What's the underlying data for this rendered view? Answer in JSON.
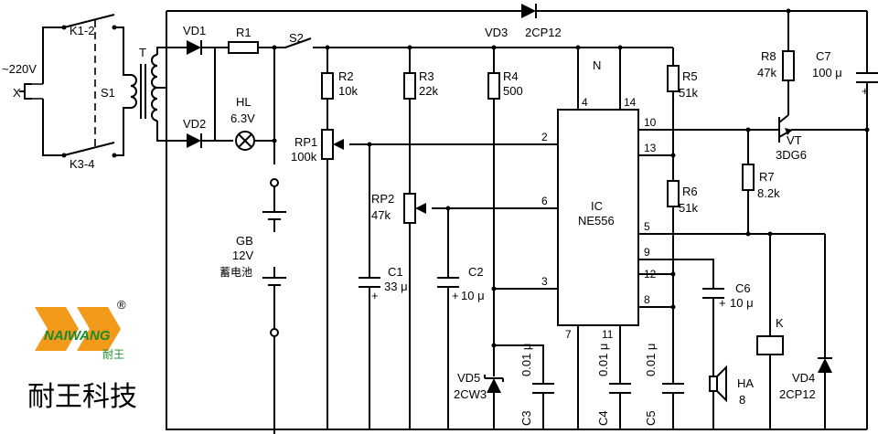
{
  "labels": {
    "k12": "K1-2",
    "k34": "K3-4",
    "mains": "~220V",
    "plug": "X",
    "s1": "S1",
    "t": "T",
    "vd1": "VD1",
    "vd2": "VD2",
    "r1": "R1",
    "hl": "HL",
    "hl_val": "6.3V",
    "s2": "S2",
    "vd3": "VD3",
    "vd3_val": "2CP12",
    "gb": "GB",
    "gb_val": "12V",
    "gb_name": "蓄电池",
    "r2": "R2",
    "r2_val": "10k",
    "rp1": "RP1",
    "rp1_val": "100k",
    "r3": "R3",
    "r3_val": "22k",
    "rp2": "RP2",
    "rp2_val": "47k",
    "r4": "R4",
    "r4_val": "500",
    "c1": "C1",
    "c1_val": "33 μ",
    "c2": "C2",
    "c2_val": "10 μ",
    "vd5": "VD5",
    "vd5_val": "2CW3",
    "c3": "C3",
    "c3_val": "0.01 μ",
    "n": "N",
    "ic": "IC",
    "ic_val": "NE556",
    "c4": "C4",
    "c4_val": "0.01 μ",
    "c5": "C5",
    "c5_val": "0.01 μ",
    "r5": "R5",
    "r5_val": "51k",
    "r6": "R6",
    "r6_val": "51k",
    "c6": "C6",
    "c6_val": "10 μ",
    "ha": "HA",
    "ha_val": "8",
    "r8": "R8",
    "r8_val": "47k",
    "c7": "C7",
    "c7_val": "100 μ",
    "vt": "VT",
    "vt_val": "3DG6",
    "r7": "R7",
    "r7_val": "8.2k",
    "k": "K",
    "vd4": "VD4",
    "vd4_val": "2CP12",
    "plus": "+"
  },
  "pins": {
    "p4": "4",
    "p14": "14",
    "p2": "2",
    "p6": "6",
    "p3": "3",
    "p7": "7",
    "p11": "11",
    "p10": "10",
    "p13": "13",
    "p5": "5",
    "p9": "9",
    "p12": "12",
    "p8": "8"
  },
  "logo": {
    "registered": "®",
    "name": "NAIWANG",
    "cn": "耐王",
    "company": "耐王科技"
  },
  "colors": {
    "logo_green": "#1a8a2c",
    "logo_orange": "#f39a1a",
    "wire": "#000000"
  }
}
